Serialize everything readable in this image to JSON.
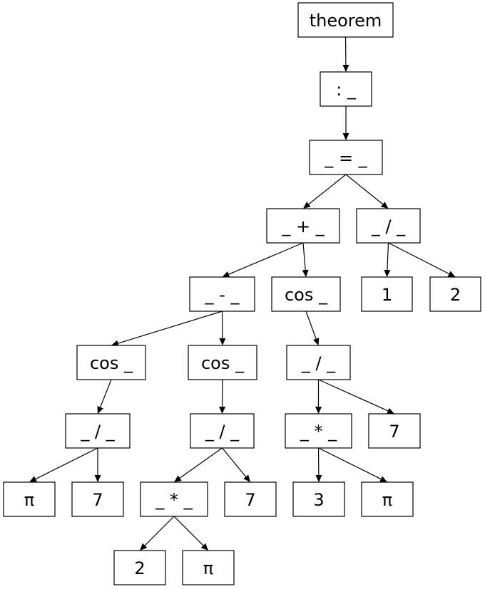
{
  "tree": {
    "root": {
      "label": "theorem",
      "children": [
        {
          "label": ": _",
          "children": [
            {
              "label": "_ = _",
              "children": [
                {
                  "label": "_ + _",
                  "children": [
                    {
                      "label": "_ - _",
                      "children": [
                        {
                          "label": "cos _",
                          "children": [
                            {
                              "label": "_ / _",
                              "children": [
                                {
                                  "label": "π"
                                },
                                {
                                  "label": "7"
                                }
                              ]
                            }
                          ]
                        },
                        {
                          "label": "cos _",
                          "children": [
                            {
                              "label": "_ / _",
                              "children": [
                                {
                                  "label": "_ * _",
                                  "children": [
                                    {
                                      "label": "2"
                                    },
                                    {
                                      "label": "π"
                                    }
                                  ]
                                },
                                {
                                  "label": "7"
                                }
                              ]
                            }
                          ]
                        }
                      ]
                    },
                    {
                      "label": "cos _",
                      "children": [
                        {
                          "label": "_ / _",
                          "children": [
                            {
                              "label": "_ * _",
                              "children": [
                                {
                                  "label": "3"
                                },
                                {
                                  "label": "π"
                                }
                              ]
                            },
                            {
                              "label": "7"
                            }
                          ]
                        }
                      ]
                    }
                  ]
                },
                {
                  "label": "_ / _",
                  "children": [
                    {
                      "label": "1"
                    },
                    {
                      "label": "2"
                    }
                  ]
                }
              ]
            }
          ]
        }
      ]
    }
  }
}
